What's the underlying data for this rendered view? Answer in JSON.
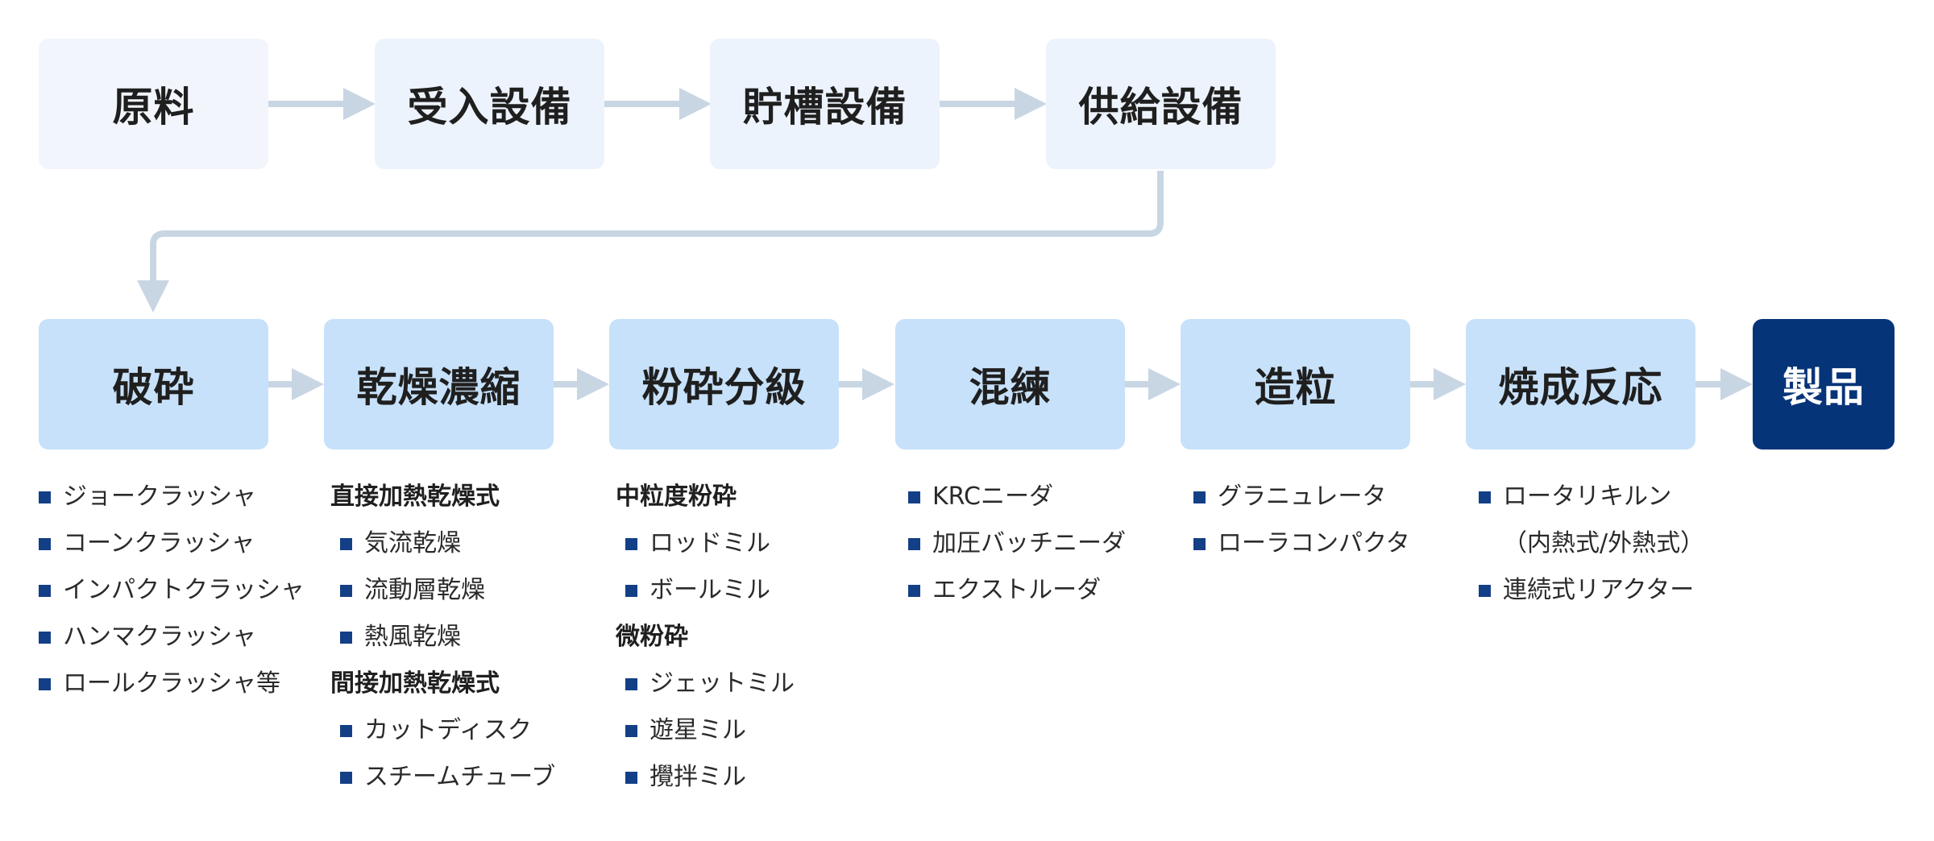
{
  "top_row": [
    {
      "key": "raw",
      "label": "原料"
    },
    {
      "key": "receiving",
      "label": "受入設備"
    },
    {
      "key": "storage",
      "label": "貯槽設備"
    },
    {
      "key": "supply",
      "label": "供給設備"
    }
  ],
  "process_row": [
    {
      "key": "crushing",
      "label": "破砕"
    },
    {
      "key": "drying",
      "label": "乾燥濃縮"
    },
    {
      "key": "grinding",
      "label": "粉砕分級"
    },
    {
      "key": "kneading",
      "label": "混練"
    },
    {
      "key": "granulation",
      "label": "造粒"
    },
    {
      "key": "calcination",
      "label": "焼成反応"
    }
  ],
  "final": {
    "label": "製品"
  },
  "details": {
    "crushing": {
      "items": [
        "ジョークラッシャ",
        "コーンクラッシャ",
        "インパクトクラッシャ",
        "ハンマクラッシャ",
        "ロールクラッシャ等"
      ]
    },
    "drying": {
      "group1_title": "直接加熱乾燥式",
      "group1_items": [
        "気流乾燥",
        "流動層乾燥",
        "熱風乾燥"
      ],
      "group2_title": "間接加熱乾燥式",
      "group2_items": [
        "カットディスク",
        "スチームチューブ"
      ]
    },
    "grinding": {
      "group1_title": "中粒度粉砕",
      "group1_items": [
        "ロッドミル",
        "ボールミル"
      ],
      "group2_title": "微粉砕",
      "group2_items": [
        "ジェットミル",
        "遊星ミル",
        "攪拌ミル"
      ]
    },
    "kneading": {
      "items": [
        "KRCニーダ",
        "加圧バッチニーダ",
        "エクストルーダ"
      ]
    },
    "granulation": {
      "items": [
        "グラニュレータ",
        "ローラコンパクタ"
      ]
    },
    "calcination": {
      "item1": "ロータリキルン",
      "item1_cont": "（内熱式/外熱式）",
      "item2": "連続式リアクター"
    }
  },
  "colors": {
    "top_box": "#edf3fc",
    "process_box": "#c7e1fa",
    "final_box": "#063478",
    "arrow": "#c8d6e4",
    "bullet": "#133f86"
  }
}
